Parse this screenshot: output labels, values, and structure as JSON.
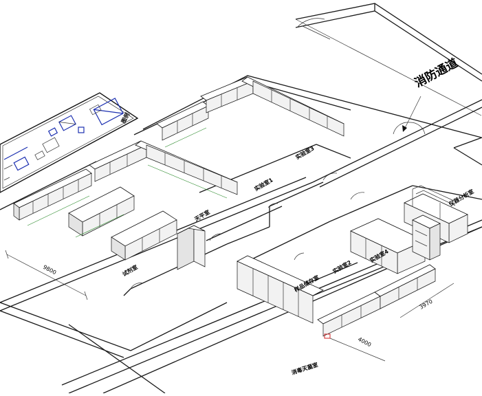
{
  "rooms": {
    "fire_passage": "消防通道",
    "lab_1": "实验室1",
    "lab_2": "实验室2",
    "lab_3": "实验室3",
    "lab_4": "实验室4",
    "balance_room": "天平室",
    "reagent_room": "试剂室",
    "instrument_room": "仪器分析室",
    "sample_storage": "样品储存室",
    "disinfection_room": "消毒灭菌室"
  },
  "dimensions": {
    "d9800": "9800",
    "d4000": "4000",
    "d3970": "3970"
  },
  "legend": {
    "title": "图例"
  },
  "colors": {
    "line": "#1a1a1a",
    "dimension": "#2a8a2a",
    "legend_blue": "#1b2fb0",
    "accent_red": "#d02020"
  }
}
